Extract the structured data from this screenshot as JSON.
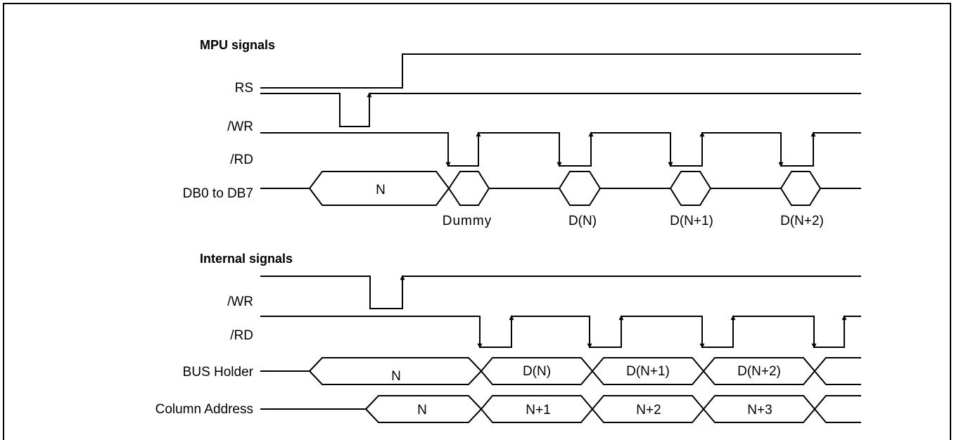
{
  "sections": {
    "mpu_title": "MPU signals",
    "internal_title": "Internal signals"
  },
  "signals": {
    "rs": "RS",
    "mpu_wr": "/WR",
    "mpu_rd": "/RD",
    "db": "DB0 to DB7",
    "int_wr": "/WR",
    "int_rd": "/RD",
    "bus_holder": "BUS Holder",
    "column_address": "Column Address"
  },
  "db_values": {
    "n": "N",
    "dummy": "Dummy",
    "d0": "D(N)",
    "d1": "D(N+1)",
    "d2": "D(N+2)"
  },
  "bus_values": [
    "N",
    "D(N)",
    "D(N+1)",
    "D(N+2)"
  ],
  "column_values": [
    "N",
    "N+1",
    "N+2",
    "N+3"
  ]
}
